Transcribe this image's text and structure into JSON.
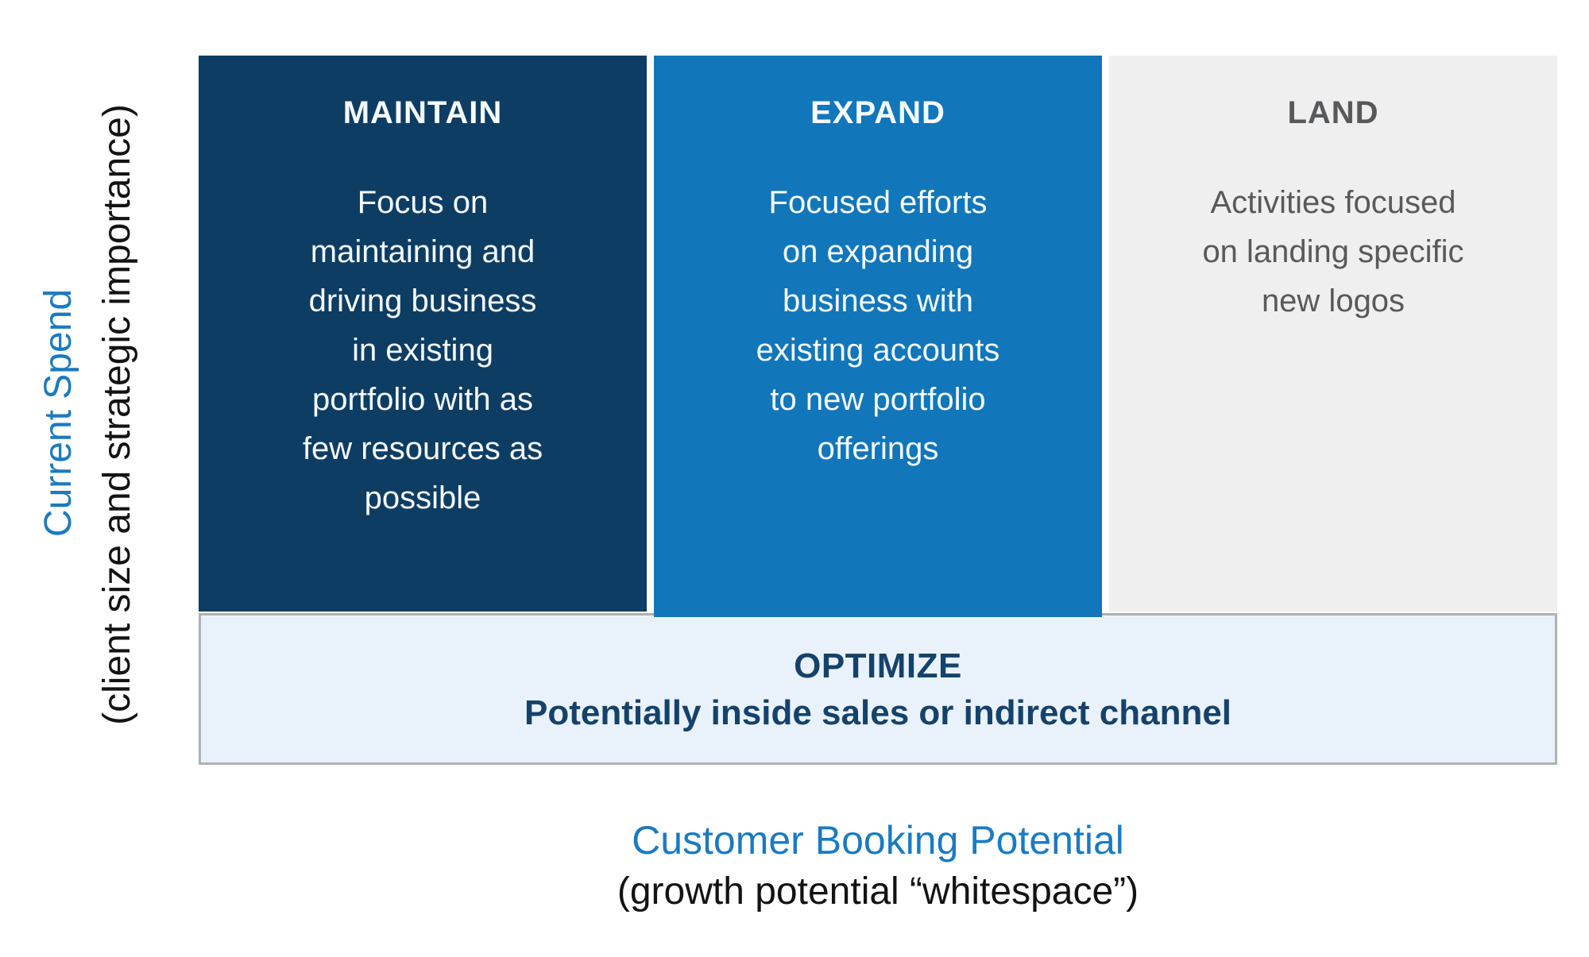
{
  "matrix": {
    "panels": [
      {
        "id": "maintain",
        "title": "MAINTAIN",
        "body": "Focus on\nmaintaining and\ndriving business\nin existing\nportfolio with as\nfew resources as\npossible"
      },
      {
        "id": "expand",
        "title": "EXPAND",
        "body": "Focused efforts\non expanding\nbusiness with\nexisting accounts\nto new portfolio\nofferings"
      },
      {
        "id": "land",
        "title": "LAND",
        "body": "Activities focused\non landing specific\nnew logos"
      }
    ],
    "optimize": {
      "title": "OPTIMIZE",
      "subtitle": "Potentially inside sales or indirect channel"
    }
  },
  "axes": {
    "y": {
      "primary": "Current Spend",
      "secondary": "(client size and strategic importance)"
    },
    "x": {
      "primary": "Customer Booking Potential",
      "secondary": "(growth potential “whitespace”)"
    }
  },
  "colors": {
    "navy": "#0e3d63",
    "blue": "#1176ba",
    "light_gray": "#efefef",
    "gray_text": "#58595b",
    "optimize_fill": "#e9f2fb",
    "optimize_border": "#b1b1b1",
    "optimize_text": "#15426b",
    "axis_blue": "#1b7ac1",
    "axis_black": "#131313",
    "bg": "#ffffff"
  }
}
